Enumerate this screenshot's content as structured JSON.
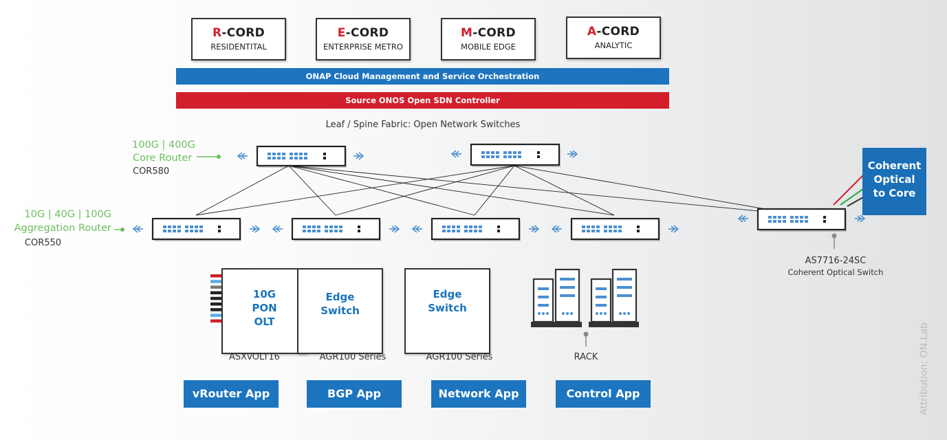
{
  "cords": [
    {
      "prefix": "R",
      "suffix": "-CORD",
      "subtitle": "RESIDENTITAL"
    },
    {
      "prefix": "E",
      "suffix": "-CORD",
      "subtitle": "ENTERPRISE METRO"
    },
    {
      "prefix": "M",
      "suffix": "-CORD",
      "subtitle": "MOBILE EDGE"
    },
    {
      "prefix": "A",
      "suffix": "-CORD",
      "subtitle": "ANALYTIC"
    }
  ],
  "onap_band": "ONAP Cloud Management and Service Orchestration",
  "onos_band": "Source ONOS Open SDN Controller",
  "fabric_label": "Leaf / Spine Fabric: Open Network Switches",
  "core_router": {
    "speed": "100G | 400G",
    "name": "Core Router",
    "model": "COR580"
  },
  "agg_router": {
    "speed": "10G | 40G | 100G",
    "name": "Aggregation Router",
    "model": "COR550"
  },
  "coherent_box": {
    "line1": "Coherent",
    "line2": "Optical",
    "line3": "to Core"
  },
  "optical_switch": {
    "model": "AS7716-24SC",
    "desc": "Coherent Optical Switch"
  },
  "devices": [
    {
      "label": "10G\nPON\nOLT",
      "model": "ASXvOLT16"
    },
    {
      "label": "Edge\nSwitch",
      "model": "AGR100 Series"
    },
    {
      "label": "Edge\nSwitch",
      "model": "AGR100 Series"
    }
  ],
  "rack_label": "RACK",
  "apps": [
    "vRouter App",
    "BGP App",
    "Network App",
    "Control App"
  ],
  "attribution": "Attribution: ON.Lab",
  "colors": {
    "blue": "#1d74bf",
    "red": "#d21f2b",
    "green": "#6cbf5e",
    "arrow": "#4a8fd0"
  }
}
